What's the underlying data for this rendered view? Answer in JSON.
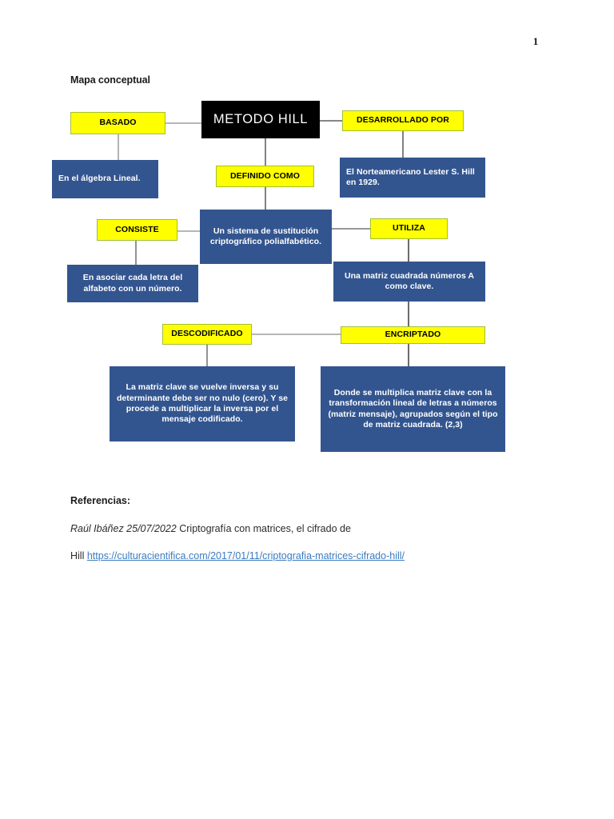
{
  "document": {
    "page_number": "1",
    "heading": "Mapa conceptual"
  },
  "colors": {
    "yellow_fill": "#ffff00",
    "yellow_border": "#a2c037",
    "blue_fill": "#33558f",
    "black_fill": "#000000",
    "white_text": "#ffffff",
    "link": "#3b7bc0",
    "connector": "#595959"
  },
  "diagram": {
    "type": "concept-map",
    "nodes": {
      "root": {
        "label": "METODO HILL",
        "style": "black"
      },
      "basado": {
        "label": "BASADO",
        "style": "yellow"
      },
      "basado_detail": {
        "label": "En el álgebra Lineal.",
        "style": "blue"
      },
      "desarrollado_por": {
        "label": "DESARROLLADO POR",
        "style": "yellow"
      },
      "desarrollado_detail": {
        "label": "El Norteamericano Lester S. Hill en 1929.",
        "style": "blue"
      },
      "definido_como": {
        "label": "DEFINIDO COMO",
        "style": "yellow"
      },
      "definicion": {
        "label": "Un sistema de sustitución criptográfico polialfabético.",
        "style": "blue"
      },
      "consiste": {
        "label": "CONSISTE",
        "style": "yellow"
      },
      "consiste_detail": {
        "label": "En asociar cada letra del alfabeto con un número.",
        "style": "blue"
      },
      "utiliza": {
        "label": "UTILIZA",
        "style": "yellow"
      },
      "utiliza_detail": {
        "label": "Una matriz cuadrada números A como clave.",
        "style": "blue"
      },
      "descodificado": {
        "label": "DESCODIFICADO",
        "style": "yellow"
      },
      "descodificado_detail": {
        "label": "La matriz clave se vuelve inversa y su determinante debe ser no nulo (cero). Y se procede a multiplicar la inversa por el mensaje codificado.",
        "style": "blue"
      },
      "encriptado": {
        "label": "ENCRIPTADO",
        "style": "yellow"
      },
      "encriptado_detail": {
        "label": "Donde se multiplica matriz clave con la transformación lineal de letras a números (matriz mensaje), agrupados según el tipo de matriz cuadrada. (2,3)",
        "style": "blue"
      }
    },
    "edges": [
      {
        "from": "basado",
        "to": "root"
      },
      {
        "from": "basado",
        "to": "basado_detail"
      },
      {
        "from": "root",
        "to": "desarrollado_por"
      },
      {
        "from": "desarrollado_por",
        "to": "desarrollado_detail"
      },
      {
        "from": "root",
        "to": "definido_como"
      },
      {
        "from": "definido_como",
        "to": "definicion"
      },
      {
        "from": "consiste",
        "to": "definicion"
      },
      {
        "from": "consiste",
        "to": "consiste_detail"
      },
      {
        "from": "definicion",
        "to": "utiliza"
      },
      {
        "from": "utiliza",
        "to": "utiliza_detail"
      },
      {
        "from": "utiliza_detail",
        "to": "encriptado"
      },
      {
        "from": "descodificado",
        "to": "encriptado"
      },
      {
        "from": "descodificado",
        "to": "descodificado_detail"
      },
      {
        "from": "encriptado",
        "to": "encriptado_detail"
      }
    ]
  },
  "references": {
    "title": "Referencias:",
    "author": "Raúl Ibáñez 25/07/2022",
    "citation_rest": " Criptografía con matrices, el cifrado de",
    "line2_prefix": "Hill ",
    "url": "https://culturacientifica.com/2017/01/11/criptografia-matrices-cifrado-hill/"
  }
}
